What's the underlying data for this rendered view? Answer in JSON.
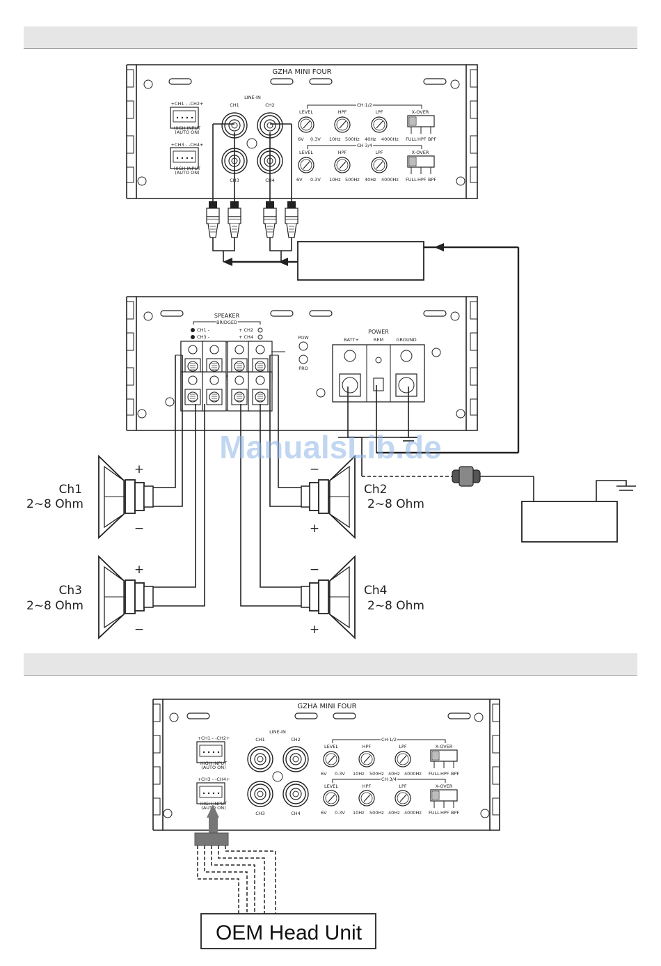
{
  "amp": {
    "model": "GZHA MINI FOUR",
    "line_in": "LINE-IN",
    "ch1": "CH1",
    "ch2": "CH2",
    "ch3": "CH3",
    "ch4": "CH4",
    "high_input_12": "+CH1 - -CH2+",
    "high_input_34": "+CH3 - -CH4+",
    "high_input_label": "HIGH INPUT",
    "auto_on": "(AUTO ON)",
    "ch12": "CH 1/2",
    "ch34": "CH 3/4",
    "level": "LEVEL",
    "hpf": "HPF",
    "lpf": "LPF",
    "xover": "X-OVER",
    "level_min": "6V",
    "level_max": "0.3V",
    "hpf_min": "10Hz",
    "hpf_max": "500Hz",
    "lpf_min": "40Hz",
    "lpf_max": "4000Hz",
    "full": "FULL",
    "hpf_sw": "HPF",
    "bpf": "BPF"
  },
  "speaker_panel": {
    "speaker": "SPEAKER",
    "bridged": "BRIDGED",
    "ch1_row": "CH1  -",
    "ch3_row": "CH3  -",
    "ch2_row": "+ CH2",
    "ch4_row": "+ CH4",
    "pow": "POW",
    "pro": "PRO",
    "power": "POWER",
    "batt": "BATT+",
    "rem": "REM",
    "ground": "GROUND"
  },
  "speakers": [
    {
      "label": "Ch1",
      "ohm": "2~8 Ohm",
      "top_sign": "+",
      "bottom_sign": "−"
    },
    {
      "label": "Ch2",
      "ohm": "2~8 Ohm",
      "top_sign": "−",
      "bottom_sign": "+"
    },
    {
      "label": "Ch3",
      "ohm": "2~8 Ohm",
      "top_sign": "+",
      "bottom_sign": "−"
    },
    {
      "label": "Ch4",
      "ohm": "2~8 Ohm",
      "top_sign": "−",
      "bottom_sign": "+"
    }
  ],
  "watermark": "ManualsLib.de",
  "oem": "OEM Head Unit"
}
